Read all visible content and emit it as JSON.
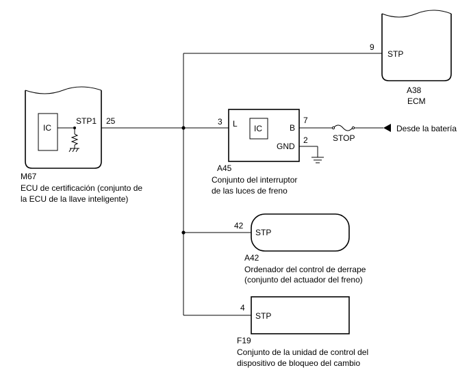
{
  "components": {
    "m67": {
      "code": "M67",
      "desc_lines": [
        "ECU de certificación (conjunto de",
        "la ECU de la llave inteligente)"
      ],
      "ic_label": "IC",
      "pin_label": "STP1",
      "pin_number": "25"
    },
    "a38": {
      "code": "A38",
      "name": "ECM",
      "pin_label": "STP",
      "pin_number": "9"
    },
    "a45": {
      "code": "A45",
      "desc_lines": [
        "Conjunto del interruptor",
        "de las luces de freno"
      ],
      "ic_label": "IC",
      "pin_l_label": "L",
      "pin_l_number": "3",
      "pin_b_label": "B",
      "pin_b_number": "7",
      "pin_gnd_label": "GND",
      "pin_gnd_number": "2"
    },
    "a42": {
      "code": "A42",
      "desc_lines": [
        "Ordenador del control de derrape",
        "(conjunto del actuador del freno)"
      ],
      "pin_label": "STP",
      "pin_number": "42"
    },
    "f19": {
      "code": "F19",
      "desc_lines": [
        "Conjunto de la unidad de control del",
        "dispositivo de bloqueo del cambio"
      ],
      "pin_label": "STP",
      "pin_number": "4"
    }
  },
  "fuse": {
    "label": "STOP"
  },
  "battery": {
    "label": "Desde la batería"
  }
}
